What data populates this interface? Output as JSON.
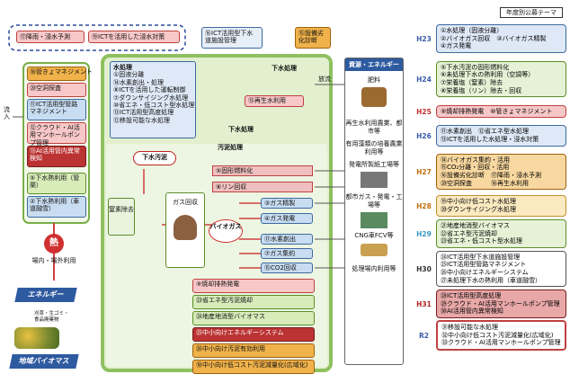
{
  "top": {
    "group_label_1": "⑰降雨・浸水予測",
    "group_label_2": "⑲ICTを活用した浸水対策",
    "ict_facility": "⑯ICT活用型下水道施設管理",
    "facility_diag": "⑮設備劣化診断"
  },
  "left_panel": {
    "items": [
      "⑱管きょマネジメント",
      "⑳空洞探査",
      "⑪ICT活用型管路マネジメント",
      "⑫クラウド・AI活用マンホールポンプ管理",
      "⑬AI活用管内異常検知",
      "⑤下水熱利用（管渠）",
      "②下水熱利用（車道融雪）"
    ]
  },
  "inflow_label": "流入",
  "heat": {
    "label": "熱",
    "use": "場内・場外利用"
  },
  "energy_label": "エネルギー",
  "biomass_label": "地域バイオマス",
  "food_label": "刈草・生ゴミ・食品廃棄物",
  "water_treatment": {
    "title": "水処理",
    "items": [
      "①固液分離",
      "⑭水素創出・処理",
      "⑧ICTを活用した運転制御",
      "⑦ダウンサイジング水処理",
      "⑩省エネ・低コスト型水処理",
      "⑬ICT活用型高度処理",
      "⑫移設可能な水処理"
    ],
    "section_label": "下水処理",
    "discharge": "放流",
    "reuse": "⑬再生水利用"
  },
  "sludge": {
    "section_label": "汚泥処理",
    "sewage_sludge": "下水汚泥",
    "denitrogen": "窒素除去",
    "gas_recovery": "ガス回収",
    "biogas": "バイオガス",
    "items_top": [
      "⑤固形燃料化",
      "⑧リン回収"
    ],
    "gas_items": [
      "③ガス精製",
      "④ガス発電",
      "⑪水素創出",
      "⑦ガス集約",
      "⑮CO2回収"
    ],
    "items_bottom": [
      "⑨焼却排熱発電",
      "㉓省エネ型汚泥焼却",
      "㉔地産地消型バイオマス",
      "㉕中小向けエネルギーシステム",
      "㉖中小向け汚泥有効利用",
      "⑱中小向け低コスト汚泥減量化(広域化)"
    ]
  },
  "resources": {
    "title": "資源・エネルギー",
    "items": [
      "肥料",
      "再生水利用農業、都市等",
      "有用藻類の培養農業利用等",
      "発電所製紙工場等",
      "都市ガス・発電・工場等",
      "CNG車FCV等",
      "処理場内利用等"
    ]
  },
  "legend": {
    "title": "年度別公募テーマ",
    "rows": [
      {
        "year": "H23",
        "themes": [
          "①水処理（固液分離）",
          "②バイオガス回収　③バイオガス精製",
          "④ガス発電"
        ]
      },
      {
        "year": "H24",
        "themes": [
          "⑤下水汚泥の固形燃料化",
          "⑥未処理下水の熱利用（空調等）",
          "⑦栄養塩（窒素）除去",
          "⑧栄養塩（リン）除去・回収"
        ]
      },
      {
        "year": "H25",
        "themes": [
          "⑨焼却排熱発電　⑩管きょマネジメント"
        ]
      },
      {
        "year": "H26",
        "themes": [
          "⑪水素創出　⑫省エネ型水処理",
          "⑬ICTを活用した水処理・浸水対策"
        ]
      },
      {
        "year": "H27",
        "themes": [
          "⑭バイオガス集約・活用",
          "⑮CO₂分離・回収・活用",
          "⑯設備劣化診断　⑰降雨・浸水予測",
          "⑳空洞探査　　　⑱再生水利用"
        ]
      },
      {
        "year": "H28",
        "themes": [
          "⑲中小向け低コスト水処理",
          "⑳ダウンサイジング水処理"
        ]
      },
      {
        "year": "H29",
        "themes": [
          "㉑地産地消型バイオマス",
          "㉒省エネ型汚泥焼却",
          "㉓省エネ・低コスト型水処理"
        ]
      },
      {
        "year": "H30",
        "themes": [
          "㉔ICT活用型下水道施設管理",
          "㉕ICT活用型管路マネジメント",
          "㉖中小向けエネルギーシステム",
          "㉗未処理下水の熱利用（車道融雪）"
        ]
      },
      {
        "year": "H31",
        "themes": [
          "㉘ICT活用型高度処理",
          "㉙クラウド・AI活用マンホールポンプ管理",
          "㉚AI活用管内異常検知"
        ]
      },
      {
        "year": "R2",
        "themes": [
          "㉛移設可能な水処理",
          "㉜中小向け低コスト汚泥減量化(広域化)",
          "㉝クラウド・AI活用マンホールポンプ管理"
        ]
      }
    ]
  }
}
